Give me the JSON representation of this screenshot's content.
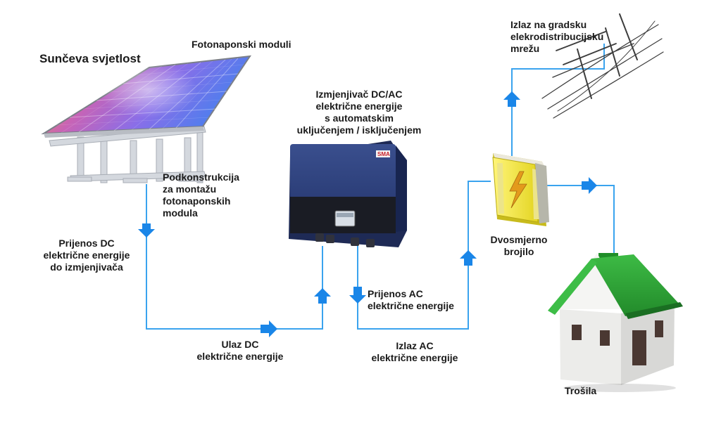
{
  "colors": {
    "wire": "#3aa3ee",
    "arrow": "#1a86e8",
    "panel_gradient": [
      "#e98c3a",
      "#c060b8",
      "#7c6ff0",
      "#4b86f0"
    ],
    "inverter_body": "#2c3e78",
    "meter_body": "#f4e542",
    "roof": "#2fa336",
    "wall": "#f2f2f2"
  },
  "icons": [
    "solar-panel-icon",
    "inverter-icon",
    "meter-icon",
    "house-icon",
    "power-line-icon",
    "lightning-icon"
  ],
  "labels": {
    "sunlight": "Sunčeva svjetlost",
    "modules": "Fotonaponski moduli",
    "inverter": [
      "Izmjenjivač DC/AC",
      "električne energije",
      "s automatskim",
      "uključenjem / isključenjem"
    ],
    "grid": [
      "Izlaz na gradsku",
      "elekrodistribucijsku",
      "mrežu"
    ],
    "structure": [
      "Podkonstrukcija",
      "za montažu",
      "fotonaponskih",
      "modula"
    ],
    "dc_transfer": [
      "Prijenos DC",
      "električne energije",
      "do izmjenjivača"
    ],
    "dc_input": [
      "Ulaz DC",
      "električne energije"
    ],
    "ac_transfer": [
      "Prijenos AC",
      "električne energije"
    ],
    "ac_output": [
      "Izlaz AC",
      "električne energije"
    ],
    "meter": [
      "Dvosmjerno",
      "brojilo"
    ],
    "consumers": "Trošila"
  }
}
